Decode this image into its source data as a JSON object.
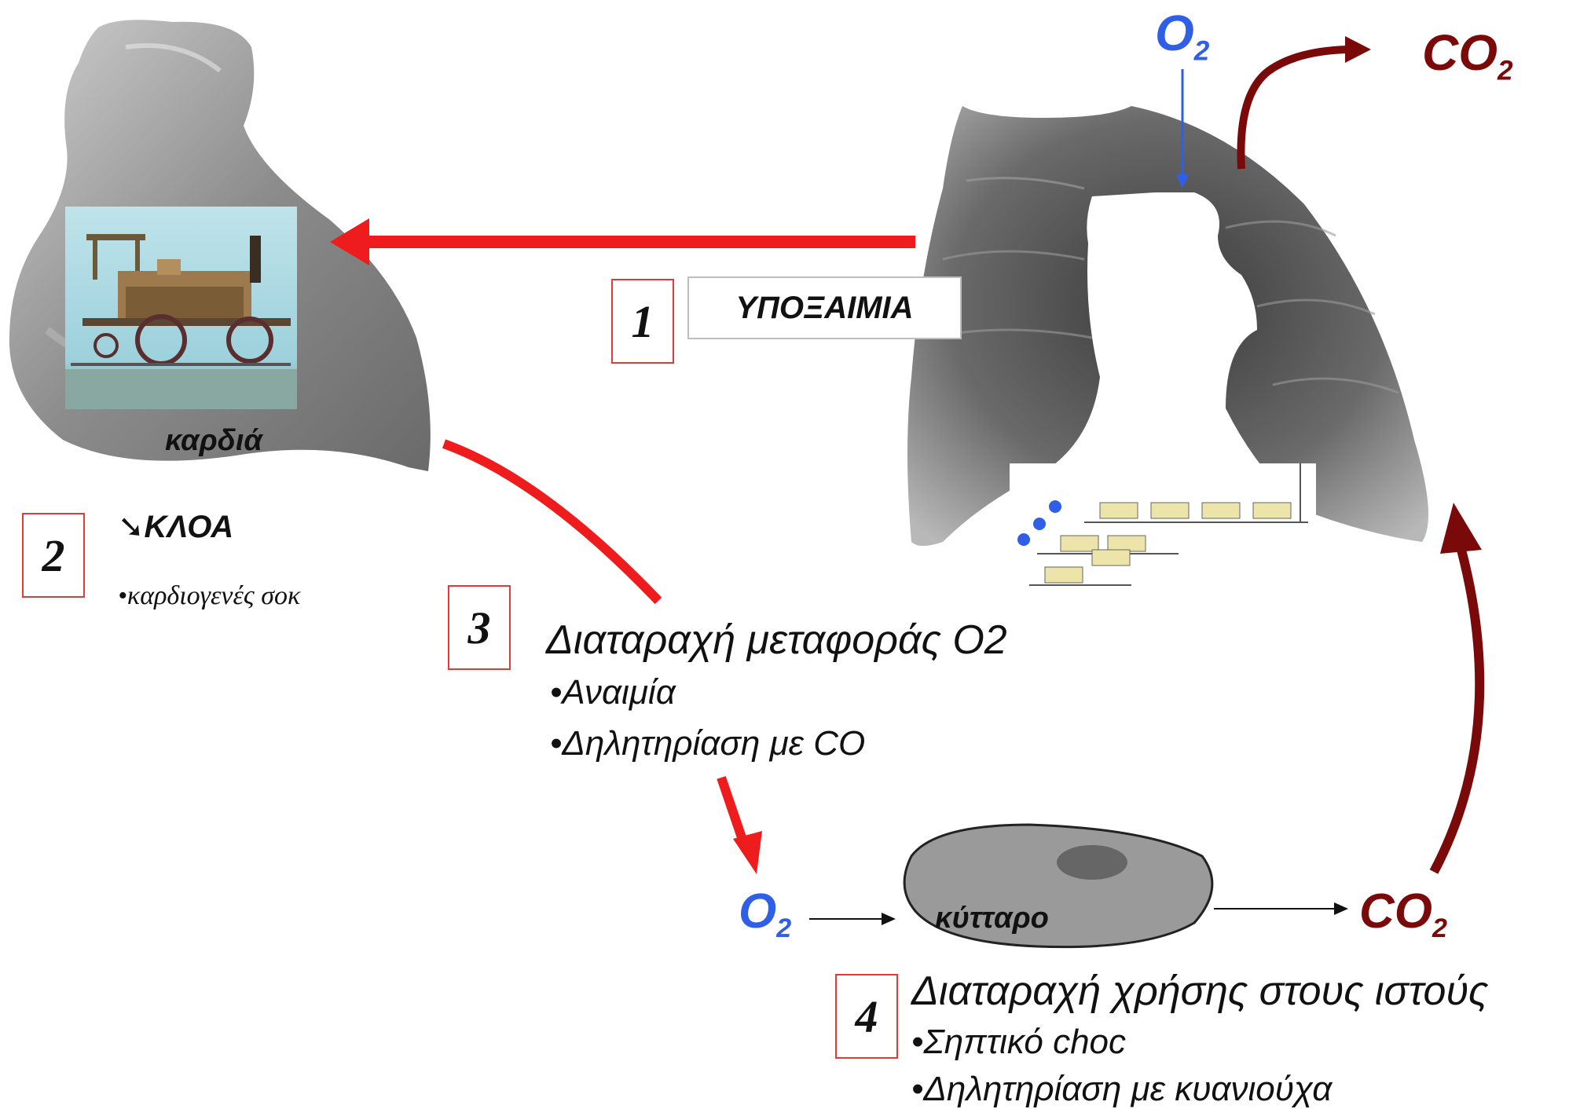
{
  "labels": {
    "o2_top": "O",
    "o2_top_sub": "2",
    "co2_top": "CO",
    "co2_top_sub": "2",
    "o2_cell": "O",
    "o2_cell_sub": "2",
    "co2_cell": "CO",
    "co2_cell_sub": "2",
    "heart": "καρδιά",
    "cell": "κύτταρο"
  },
  "step1": {
    "number": "1",
    "title": "ΥΠΟΞΑΙΜΙΑ"
  },
  "step2": {
    "number": "2",
    "arrow_glyph": "➘",
    "title": "ΚΛΟΑ",
    "bullet": "•καρδιογενές σοκ"
  },
  "step3": {
    "number": "3",
    "title": "Διαταραχή μεταφοράς O2",
    "bullet1": "•Αναιμία",
    "bullet2": "•Δηλητηρίαση με CO"
  },
  "step4": {
    "number": "4",
    "title": "Διαταραχή χρήσης στους ιστούς",
    "bullet1": "•Σηπτικό choc",
    "bullet2": "•Δηλητηρίαση με κυανιούχα"
  },
  "colors": {
    "oxygen": "#2f5fe6",
    "carbon_dioxide": "#7a0a0a",
    "arrow_red": "#ee1c1c",
    "box_border": "#e23a3a"
  }
}
